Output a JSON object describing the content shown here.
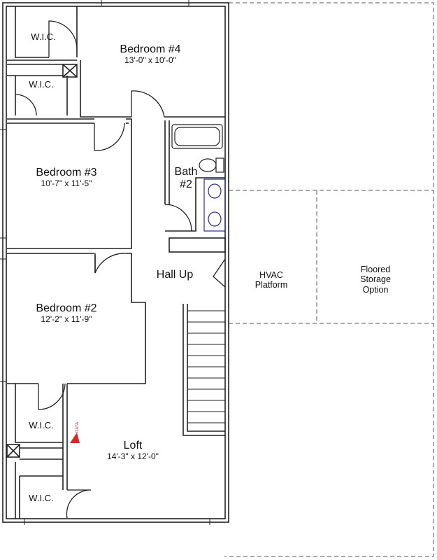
{
  "rooms": {
    "bedroom4": {
      "name": "Bedroom #4",
      "dims": "13'-0\" x 10'-0\""
    },
    "bedroom3": {
      "name": "Bedroom #3",
      "dims": "10'-7\" x 11'-5\""
    },
    "bedroom2": {
      "name": "Bedroom #2",
      "dims": "12'-2\" x 11'-9\""
    },
    "loft": {
      "name": "Loft",
      "dims": "14'-3\" x 12'-0\""
    },
    "bath2": {
      "line1": "Bath",
      "line2": "#2"
    },
    "hall": {
      "name": "Hall Up"
    }
  },
  "closets": {
    "wic_1": "W.I.C.",
    "wic_2": "W.I.C.",
    "wic_3": "W.I.C.",
    "wic_4": "W.I.C."
  },
  "attic": {
    "hvac": [
      "HVAC",
      "Platform"
    ],
    "storage": [
      "Floored",
      "Storage",
      "Option"
    ]
  },
  "marker": {
    "text": "DATA",
    "color": "#d42a2a"
  },
  "colors": {
    "wall": "#222222",
    "fixture_blue": "#2a2a9c",
    "dashed": "#555555"
  }
}
